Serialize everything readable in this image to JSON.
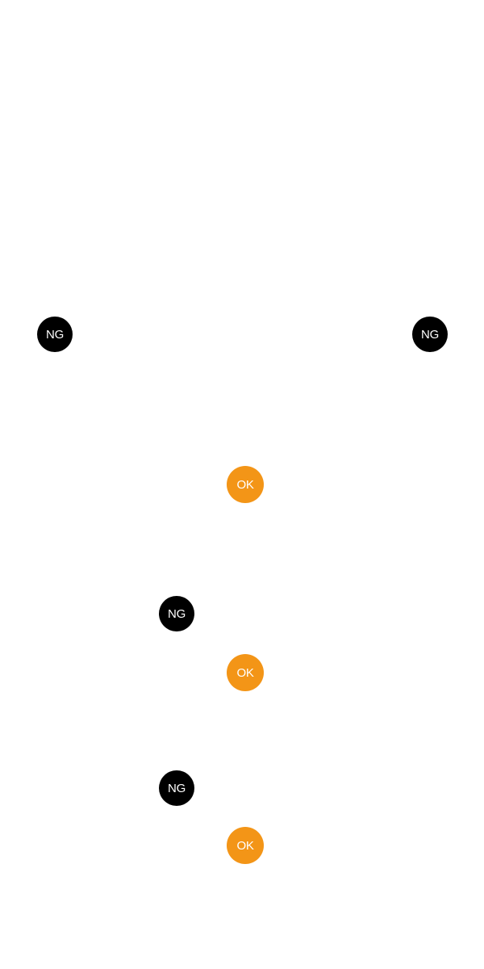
{
  "colors": {
    "background": "#FFFFFF",
    "ng_badge": "#000000",
    "ok_badge": "#F39517",
    "badge_text": "#FFFFFF"
  },
  "badges": [
    {
      "label": "NG",
      "status": "ng"
    },
    {
      "label": "NG",
      "status": "ng"
    },
    {
      "label": "OK",
      "status": "ok"
    },
    {
      "label": "NG",
      "status": "ng"
    },
    {
      "label": "OK",
      "status": "ok"
    },
    {
      "label": "NG",
      "status": "ng"
    },
    {
      "label": "OK",
      "status": "ok"
    }
  ]
}
